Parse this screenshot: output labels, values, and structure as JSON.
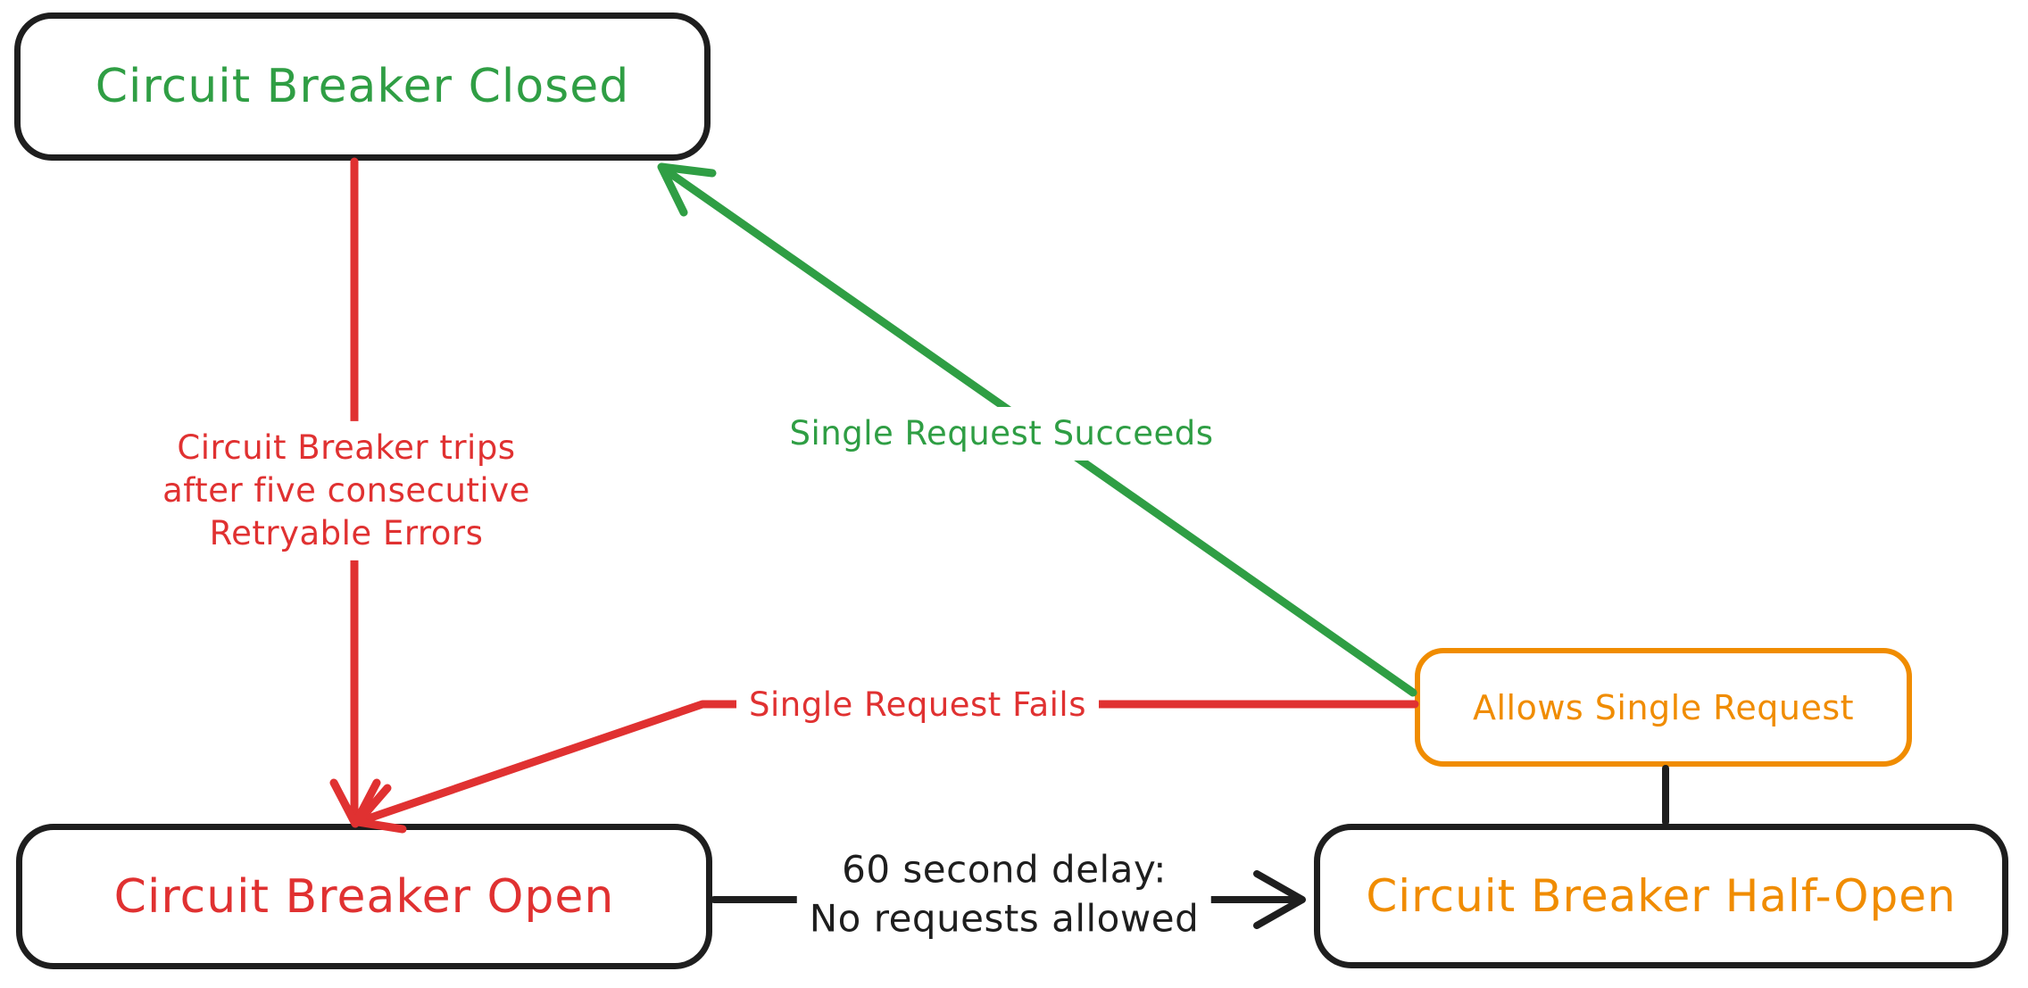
{
  "diagram": {
    "background_color": "#ffffff",
    "default_stroke_color": "#1e1e1e",
    "nodes": {
      "closed": {
        "label": "Circuit Breaker Closed",
        "text_color": "#2f9e44",
        "border_color": "#1e1e1e"
      },
      "open": {
        "label": "Circuit Breaker Open",
        "text_color": "#e03131",
        "border_color": "#1e1e1e"
      },
      "half_open": {
        "label": "Circuit Breaker Half-Open",
        "text_color": "#f08c00",
        "border_color": "#1e1e1e"
      },
      "allows": {
        "label": "Allows Single Request",
        "text_color": "#f08c00",
        "border_color": "#f08c00"
      }
    },
    "edges": {
      "trip": {
        "label": "Circuit Breaker trips\nafter five consecutive\nRetryable Errors",
        "color": "#e03131",
        "from": "closed",
        "to": "open",
        "arrowhead": true
      },
      "succeed": {
        "label": "Single Request Succeeds",
        "color": "#2f9e44",
        "from": "allows",
        "to": "closed",
        "arrowhead": true
      },
      "fail": {
        "label": "Single Request Fails",
        "color": "#e03131",
        "from": "allows",
        "to": "open",
        "arrowhead": true
      },
      "delay": {
        "label": "60 second delay:\nNo requests allowed",
        "color": "#1e1e1e",
        "from": "open",
        "to": "half_open",
        "arrowhead": true
      },
      "link": {
        "label": "",
        "color": "#1e1e1e",
        "from": "allows",
        "to": "half_open",
        "arrowhead": false
      }
    }
  }
}
